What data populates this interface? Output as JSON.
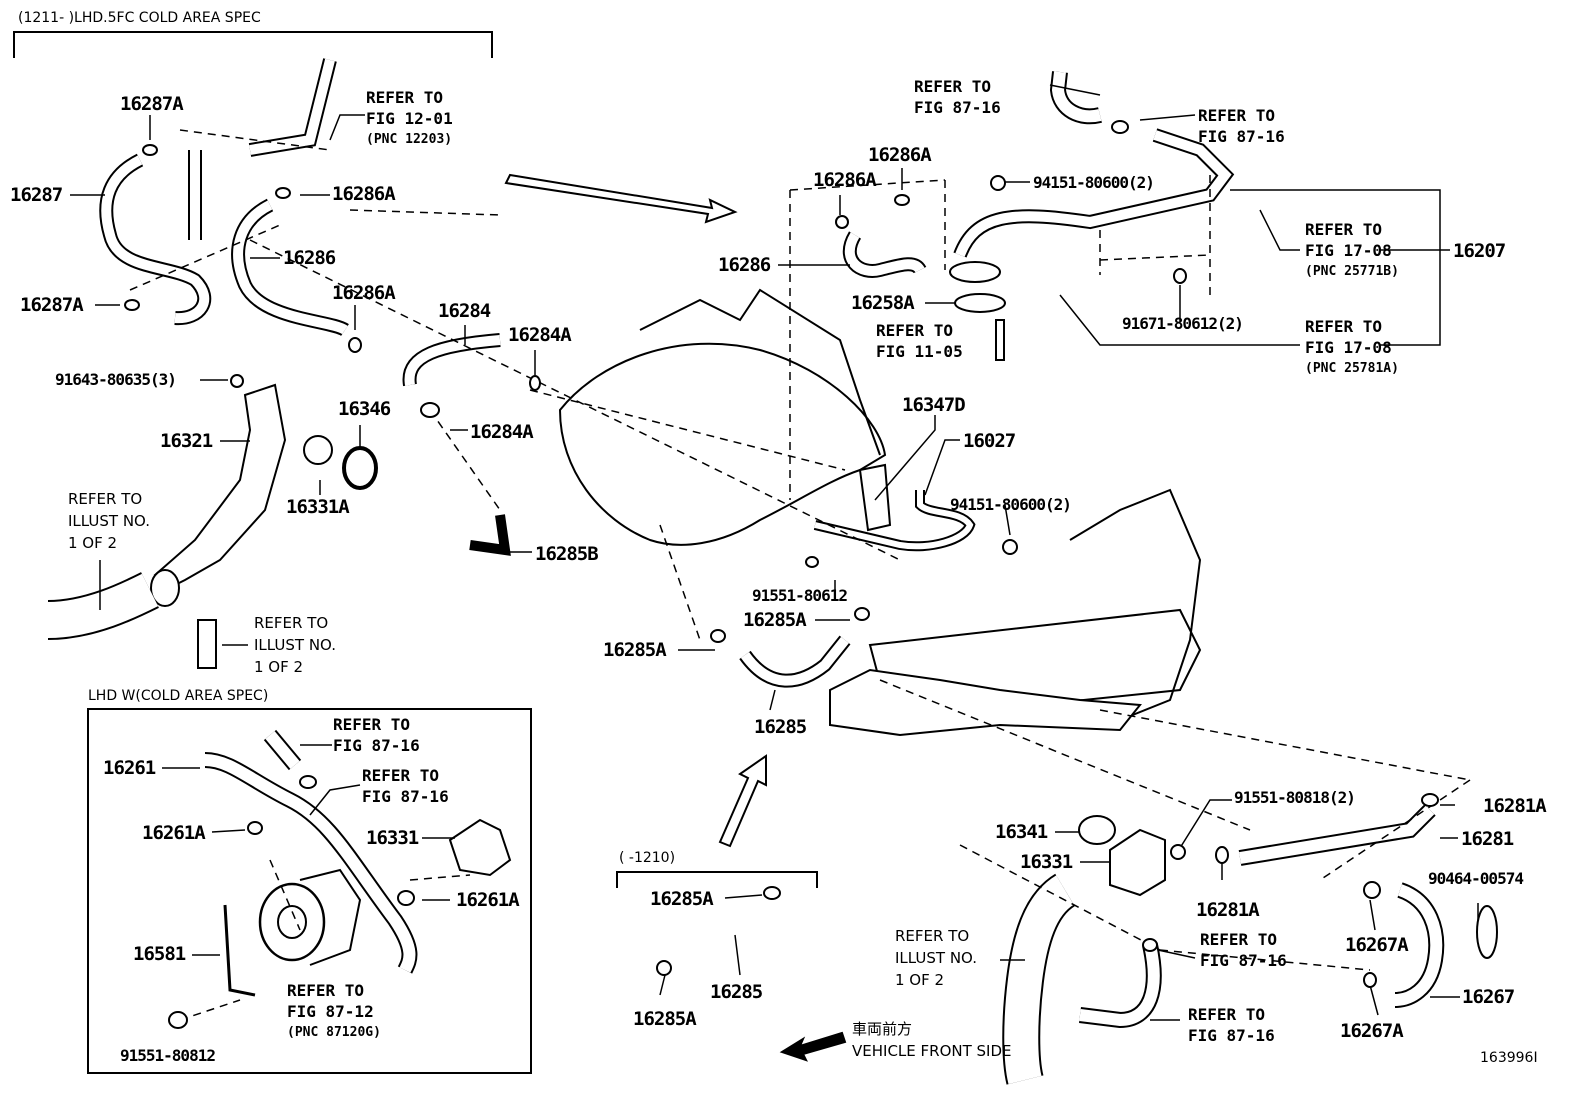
{
  "diagram": {
    "figure_id": "163996I",
    "vehicle_front": {
      "jp": "車両前方",
      "en": "VEHICLE FRONT SIDE"
    },
    "group_headers": {
      "top_left": "(1211-      )LHD.5FC COLD AREA SPEC",
      "lower_left_box": "LHD W(COLD AREA SPEC)",
      "bottom_center": "(      -1210)"
    },
    "part_labels": {
      "p16287A_a": "16287A",
      "p16287": "16287",
      "p16287A_b": "16287A",
      "p16286A_a": "16286A",
      "p16286_a": "16286",
      "p16286A_b": "16286A",
      "p16284": "16284",
      "p16284A_a": "16284A",
      "p16284A_b": "16284A",
      "p91643": "91643-80635(3)",
      "p16321": "16321",
      "p16346": "16346",
      "p16331A": "16331A",
      "p16285B": "16285B",
      "p16286A_c": "16286A",
      "p16286A_d": "16286A",
      "p16286_b": "16286",
      "p94151_a": "94151-80600(2)",
      "p16258A": "16258A",
      "p91671": "91671-80612(2)",
      "p16207": "16207",
      "p16347D": "16347D",
      "p16027": "16027",
      "p94151_b": "94151-80600(2)",
      "p91551_a": "91551-80612",
      "p16285A_a": "16285A",
      "p16285A_b": "16285A",
      "p16285_a": "16285",
      "p16261": "16261",
      "p16261A_a": "16261A",
      "p16331_a": "16331",
      "p16261A_b": "16261A",
      "p16581": "16581",
      "p91551_b": "91551-80812",
      "p16285A_c": "16285A",
      "p16285_b": "16285",
      "p16285A_d": "16285A",
      "p16341": "16341",
      "p16331_b": "16331",
      "p91551_c": "91551-80818(2)",
      "p16281A_a": "16281A",
      "p16281": "16281",
      "p16281A_b": "16281A",
      "p90464": "90464-00574",
      "p16267A_a": "16267A",
      "p16267": "16267",
      "p16267A_b": "16267A"
    },
    "references": {
      "r_fig12_01": {
        "line1": "REFER TO",
        "line2": "FIG 12-01",
        "pnc": "(PNC 12203)"
      },
      "r_fig87_16_a": {
        "line1": "REFER TO",
        "line2": "FIG 87-16"
      },
      "r_fig87_16_b": {
        "line1": "REFER TO",
        "line2": "FIG 87-16"
      },
      "r_fig17_08_a": {
        "line1": "REFER TO",
        "line2": "FIG 17-08",
        "pnc": "(PNC 25771B)"
      },
      "r_fig17_08_b": {
        "line1": "REFER TO",
        "line2": "FIG 17-08",
        "pnc": "(PNC 25781A)"
      },
      "r_fig11_05": {
        "line1": "REFER TO",
        "line2": "FIG 11-05"
      },
      "r_illust_a": {
        "line1": "REFER TO",
        "line2": "ILLUST NO.",
        "line3": "1 OF 2"
      },
      "r_illust_b": {
        "line1": "REFER TO",
        "line2": "ILLUST NO.",
        "line3": "1 OF 2"
      },
      "r_fig87_16_c": {
        "line1": "REFER TO",
        "line2": "FIG 87-16"
      },
      "r_fig87_16_d": {
        "line1": "REFER TO",
        "line2": "FIG 87-16"
      },
      "r_fig87_12": {
        "line1": "REFER TO",
        "line2": "FIG 87-12",
        "pnc": "(PNC 87120G)"
      },
      "r_illust_c": {
        "line1": "REFER TO",
        "line2": "ILLUST NO.",
        "line3": "1 OF 2"
      },
      "r_fig87_16_e": {
        "line1": "REFER TO",
        "line2": "FIG 87-16"
      },
      "r_fig87_16_f": {
        "line1": "REFER TO",
        "line2": "FIG 87-16"
      }
    }
  }
}
